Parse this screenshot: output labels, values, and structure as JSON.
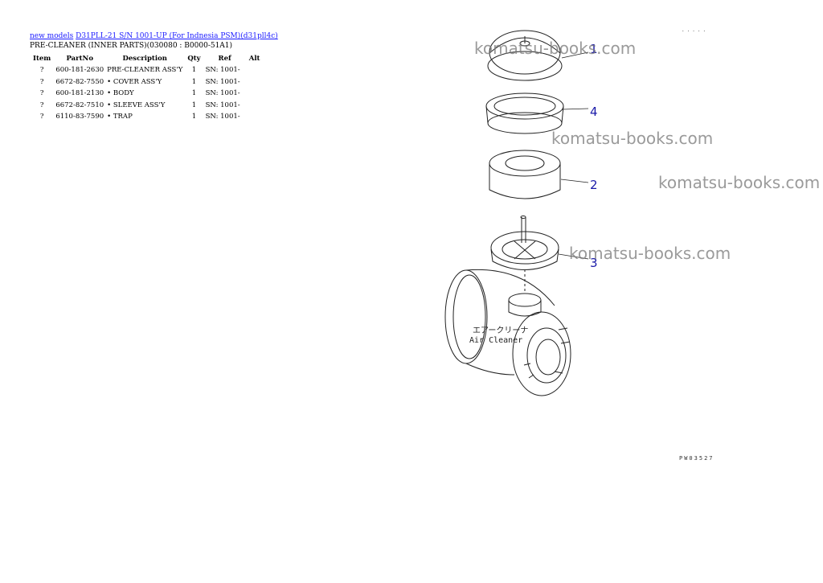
{
  "breadcrumb": {
    "link_new_models": "new models",
    "link_machine": "D31PLL-21 S/N 1001-UP (For Indnesia PSM)(d31pll4c)"
  },
  "page_title": "PRE-CLEANER (INNER PARTS)(030080 : B0000-51A1)",
  "table": {
    "headers": {
      "item": "Item",
      "partno": "PartNo",
      "description": "Description",
      "qty": "Qty",
      "ref": "Ref",
      "alt": "Alt"
    },
    "rows": [
      {
        "item": "?",
        "partno": "600-181-2630",
        "description": "PRE-CLEANER ASS'Y",
        "qty": "1",
        "ref": "SN: 1001-",
        "alt": ""
      },
      {
        "item": "?",
        "partno": "6672-82-7550",
        "description": "• COVER ASS'Y",
        "qty": "1",
        "ref": "SN: 1001-",
        "alt": ""
      },
      {
        "item": "?",
        "partno": "600-181-2130",
        "description": "• BODY",
        "qty": "1",
        "ref": "SN: 1001-",
        "alt": ""
      },
      {
        "item": "?",
        "partno": "6672-82-7510",
        "description": "• SLEEVE ASS'Y",
        "qty": "1",
        "ref": "SN: 1001-",
        "alt": ""
      },
      {
        "item": "?",
        "partno": "6110-83-7590",
        "description": "• TRAP",
        "qty": "1",
        "ref": "SN: 1001-",
        "alt": ""
      }
    ]
  },
  "diagram": {
    "callouts": [
      "1",
      "4",
      "2",
      "3"
    ],
    "label_jp": "エアークリーナ",
    "label_en": "Air Cleaner",
    "figure_code": "PW03527",
    "corner_mark": "....."
  },
  "watermark": "komatsu-books.com"
}
